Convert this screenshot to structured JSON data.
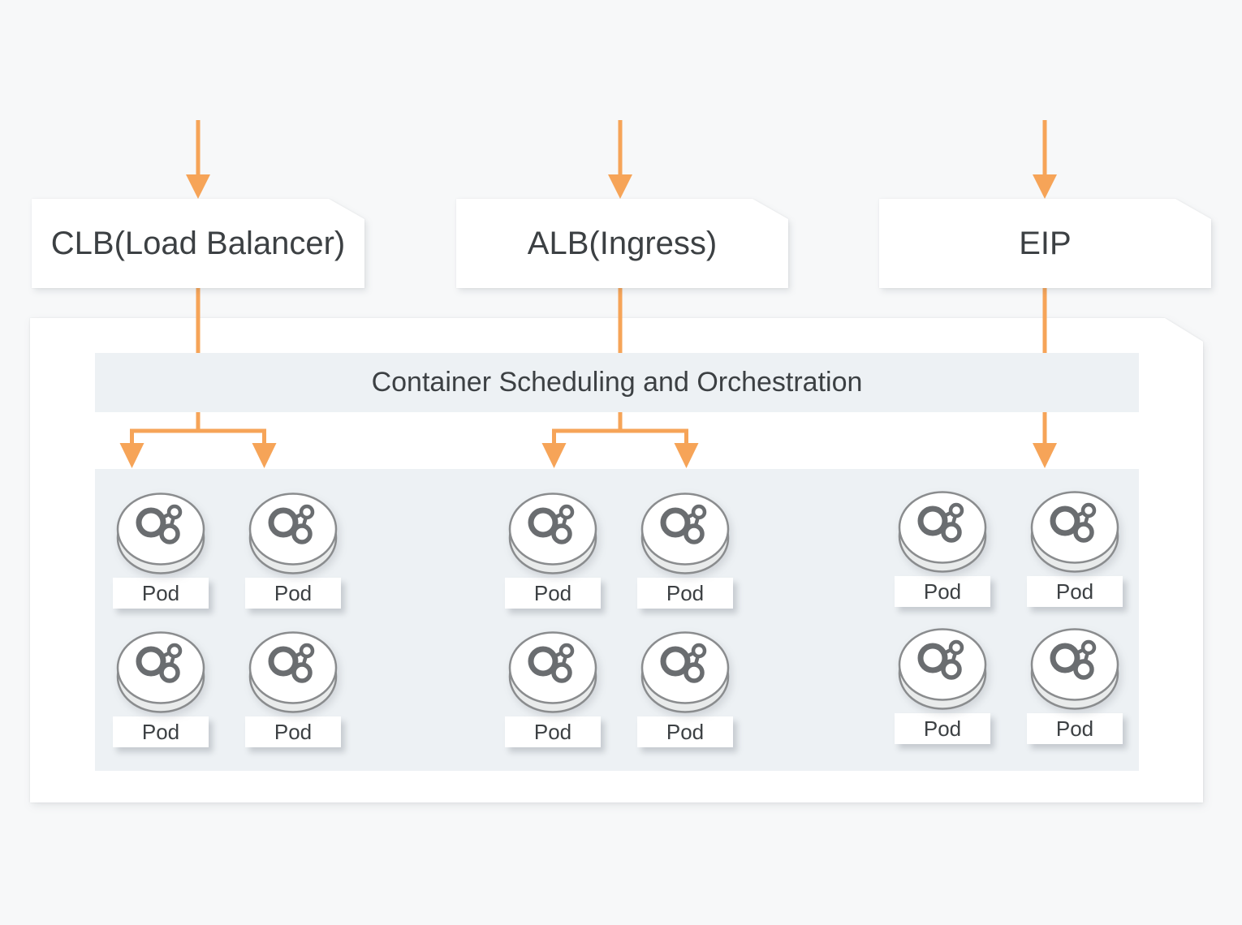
{
  "colors": {
    "page_bg": "#F7F8F9",
    "panel_bg": "#EDF1F4",
    "box_bg": "#FFFFFF",
    "accent_orange": "#F6A458",
    "text_dark": "#3C4043",
    "pod_stroke": "#8A8C8E",
    "pod_rim_fill": "#E9EBEB",
    "pod_glyph": "#6A6D70"
  },
  "nodes": [
    {
      "id": "clb",
      "label": "CLB(Load Balancer)"
    },
    {
      "id": "alb",
      "label": "ALB(Ingress)"
    },
    {
      "id": "eip",
      "label": "EIP"
    }
  ],
  "orchestration": {
    "label": "Container Scheduling and Orchestration"
  },
  "labels": {
    "pod": "Pod"
  },
  "icons": {
    "pod": "pod-cylinder-molecule-icon",
    "connector": "orange-down-arrow-icon"
  }
}
